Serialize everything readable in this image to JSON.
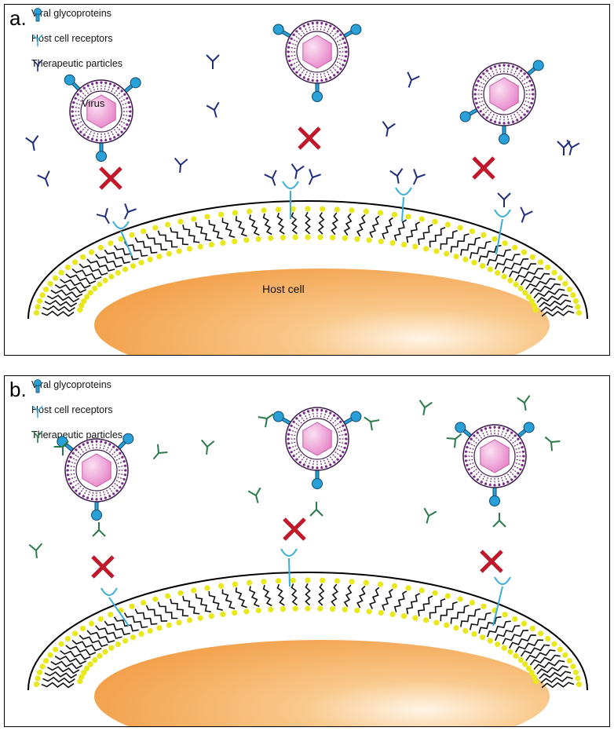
{
  "panel_a": {
    "letter": "a.",
    "legend": {
      "viral": "Viral glycoproteins",
      "receptor": "Host cell receptors",
      "therapeutic": "Therapeutic particles"
    },
    "virus_label": "Virus",
    "cell_label": "Host cell"
  },
  "panel_b": {
    "letter": "b.",
    "legend": {
      "viral": "Viral glycoproteins",
      "receptor": "Host cell receptors",
      "therapeutic": "Therapeutic particles"
    }
  },
  "colors": {
    "therapeutic_a": "#1f2d7a",
    "therapeutic_b": "#2a7a4a",
    "receptor": "#3aaed8",
    "glycoprotein": "#2aa0d8",
    "block_x": "#c0182a",
    "lipid_head": "#e8e81c",
    "cell_fill": "#f3a04a",
    "virus_core": "#e57bc4"
  }
}
